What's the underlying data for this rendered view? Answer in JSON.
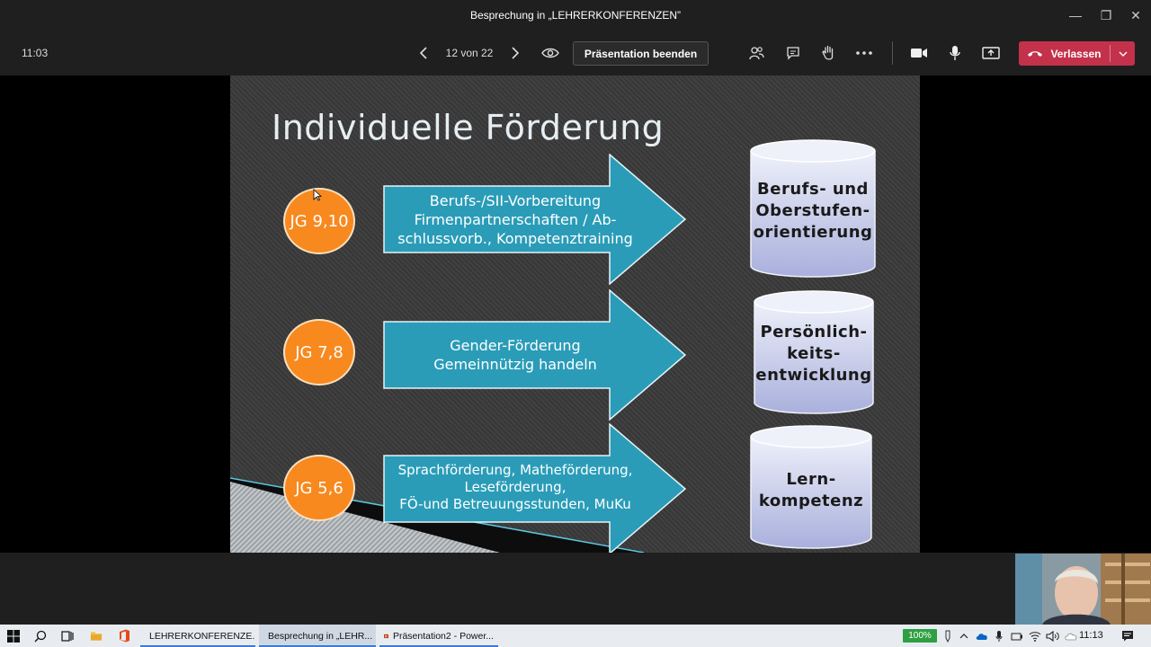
{
  "window": {
    "title": "Besprechung in „LEHRERKONFERENZEN”",
    "minimize": "—",
    "maximize": "❐",
    "close": "✕"
  },
  "toolbar": {
    "timer": "11:03",
    "pager": "12 von 22",
    "stop_presentation": "Präsentation beenden",
    "leave": "Verlassen"
  },
  "slide": {
    "title": "Individuelle Förderung",
    "rows": [
      {
        "badge": "JG 9,10",
        "arrow_lines": [
          "Berufs-/SII-Vorbereitung",
          "Firmenpartnerschaften / Ab-",
          "schlussvorb., Kompetenztraining"
        ],
        "target_lines": [
          "Berufs- und",
          "Oberstufen-",
          "orientierung"
        ]
      },
      {
        "badge": "JG 7,8",
        "arrow_lines": [
          "Gender-Förderung",
          "Gemeinnützig handeln"
        ],
        "target_lines": [
          "Persönlich-",
          "keits-",
          "entwicklung"
        ]
      },
      {
        "badge": "JG 5,6",
        "arrow_lines": [
          "Sprachförderung, Matheförderung,",
          "Leseförderung,",
          "FÖ-und Betreuungsstunden, MuKu"
        ],
        "target_lines": [
          "Lern-",
          "kompetenz"
        ]
      }
    ],
    "colors": {
      "badge": "#f7891f",
      "arrow": "#2a9cb8",
      "cylinder": "#c9cde8"
    }
  },
  "taskbar": {
    "items": [
      {
        "label": "LEHRERKONFERENZE...",
        "icon": "teams-icon",
        "active": false
      },
      {
        "label": "Besprechung in „LEHR...",
        "icon": "teams-icon",
        "active": true
      },
      {
        "label": "Präsentation2 - Power...",
        "icon": "powerpoint-icon",
        "active": false
      }
    ],
    "battery": "100%",
    "clock": "11:13"
  }
}
